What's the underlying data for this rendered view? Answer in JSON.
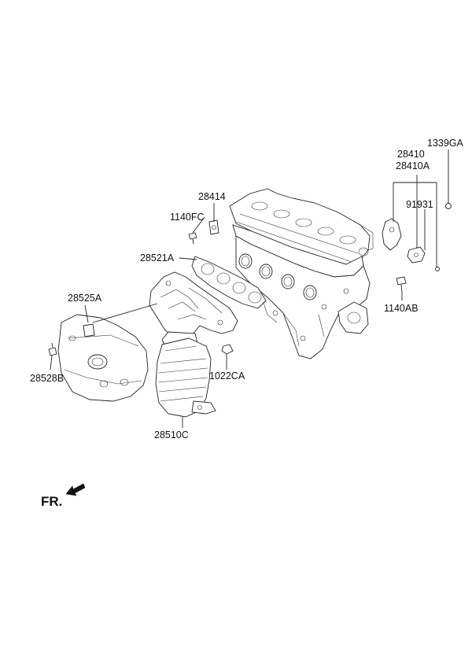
{
  "labels": {
    "p1339GA": "1339GA",
    "p28410": "28410",
    "p28410A": "28410A",
    "p91931": "91931",
    "p28414": "28414",
    "p1140FC": "1140FC",
    "p28521A": "28521A",
    "p28525A": "28525A",
    "p1140AB": "1140AB",
    "p1022CA": "1022CA",
    "p28528B": "28528B",
    "p28510C": "28510C"
  },
  "direction_marker": "FR."
}
